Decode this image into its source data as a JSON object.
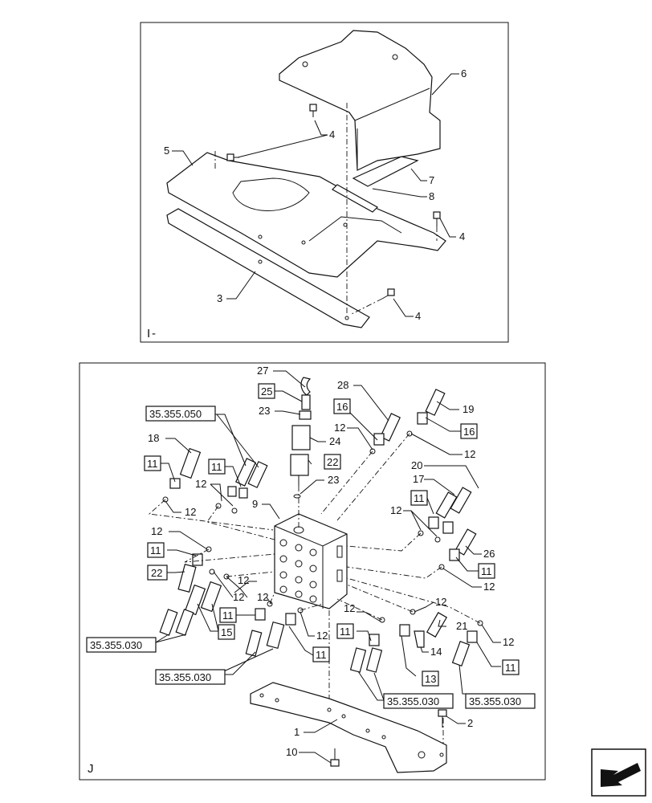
{
  "panel_top": {
    "view_letter": "I",
    "callouts": [
      "6",
      "4",
      "5",
      "7",
      "8",
      "4",
      "3",
      "4"
    ]
  },
  "panel_bottom": {
    "view_letter": "J",
    "callouts": [
      "27",
      "23",
      "24",
      "23",
      "9",
      "18",
      "12",
      "12",
      "28",
      "12",
      "19",
      "12",
      "20",
      "17",
      "12",
      "26",
      "12",
      "12",
      "12",
      "12",
      "12",
      "12",
      "14",
      "21",
      "12",
      "12",
      "1",
      "2",
      "10"
    ],
    "boxed_callouts": [
      "25",
      "22",
      "16",
      "16",
      "11",
      "11",
      "11",
      "22",
      "11",
      "11",
      "15",
      "11",
      "13",
      "11",
      "11"
    ],
    "references": [
      "35.355.050",
      "35.355.030",
      "35.355.030",
      "35.355.030",
      "35.355.030"
    ]
  },
  "nav_icon": "next-page-arrow-icon"
}
